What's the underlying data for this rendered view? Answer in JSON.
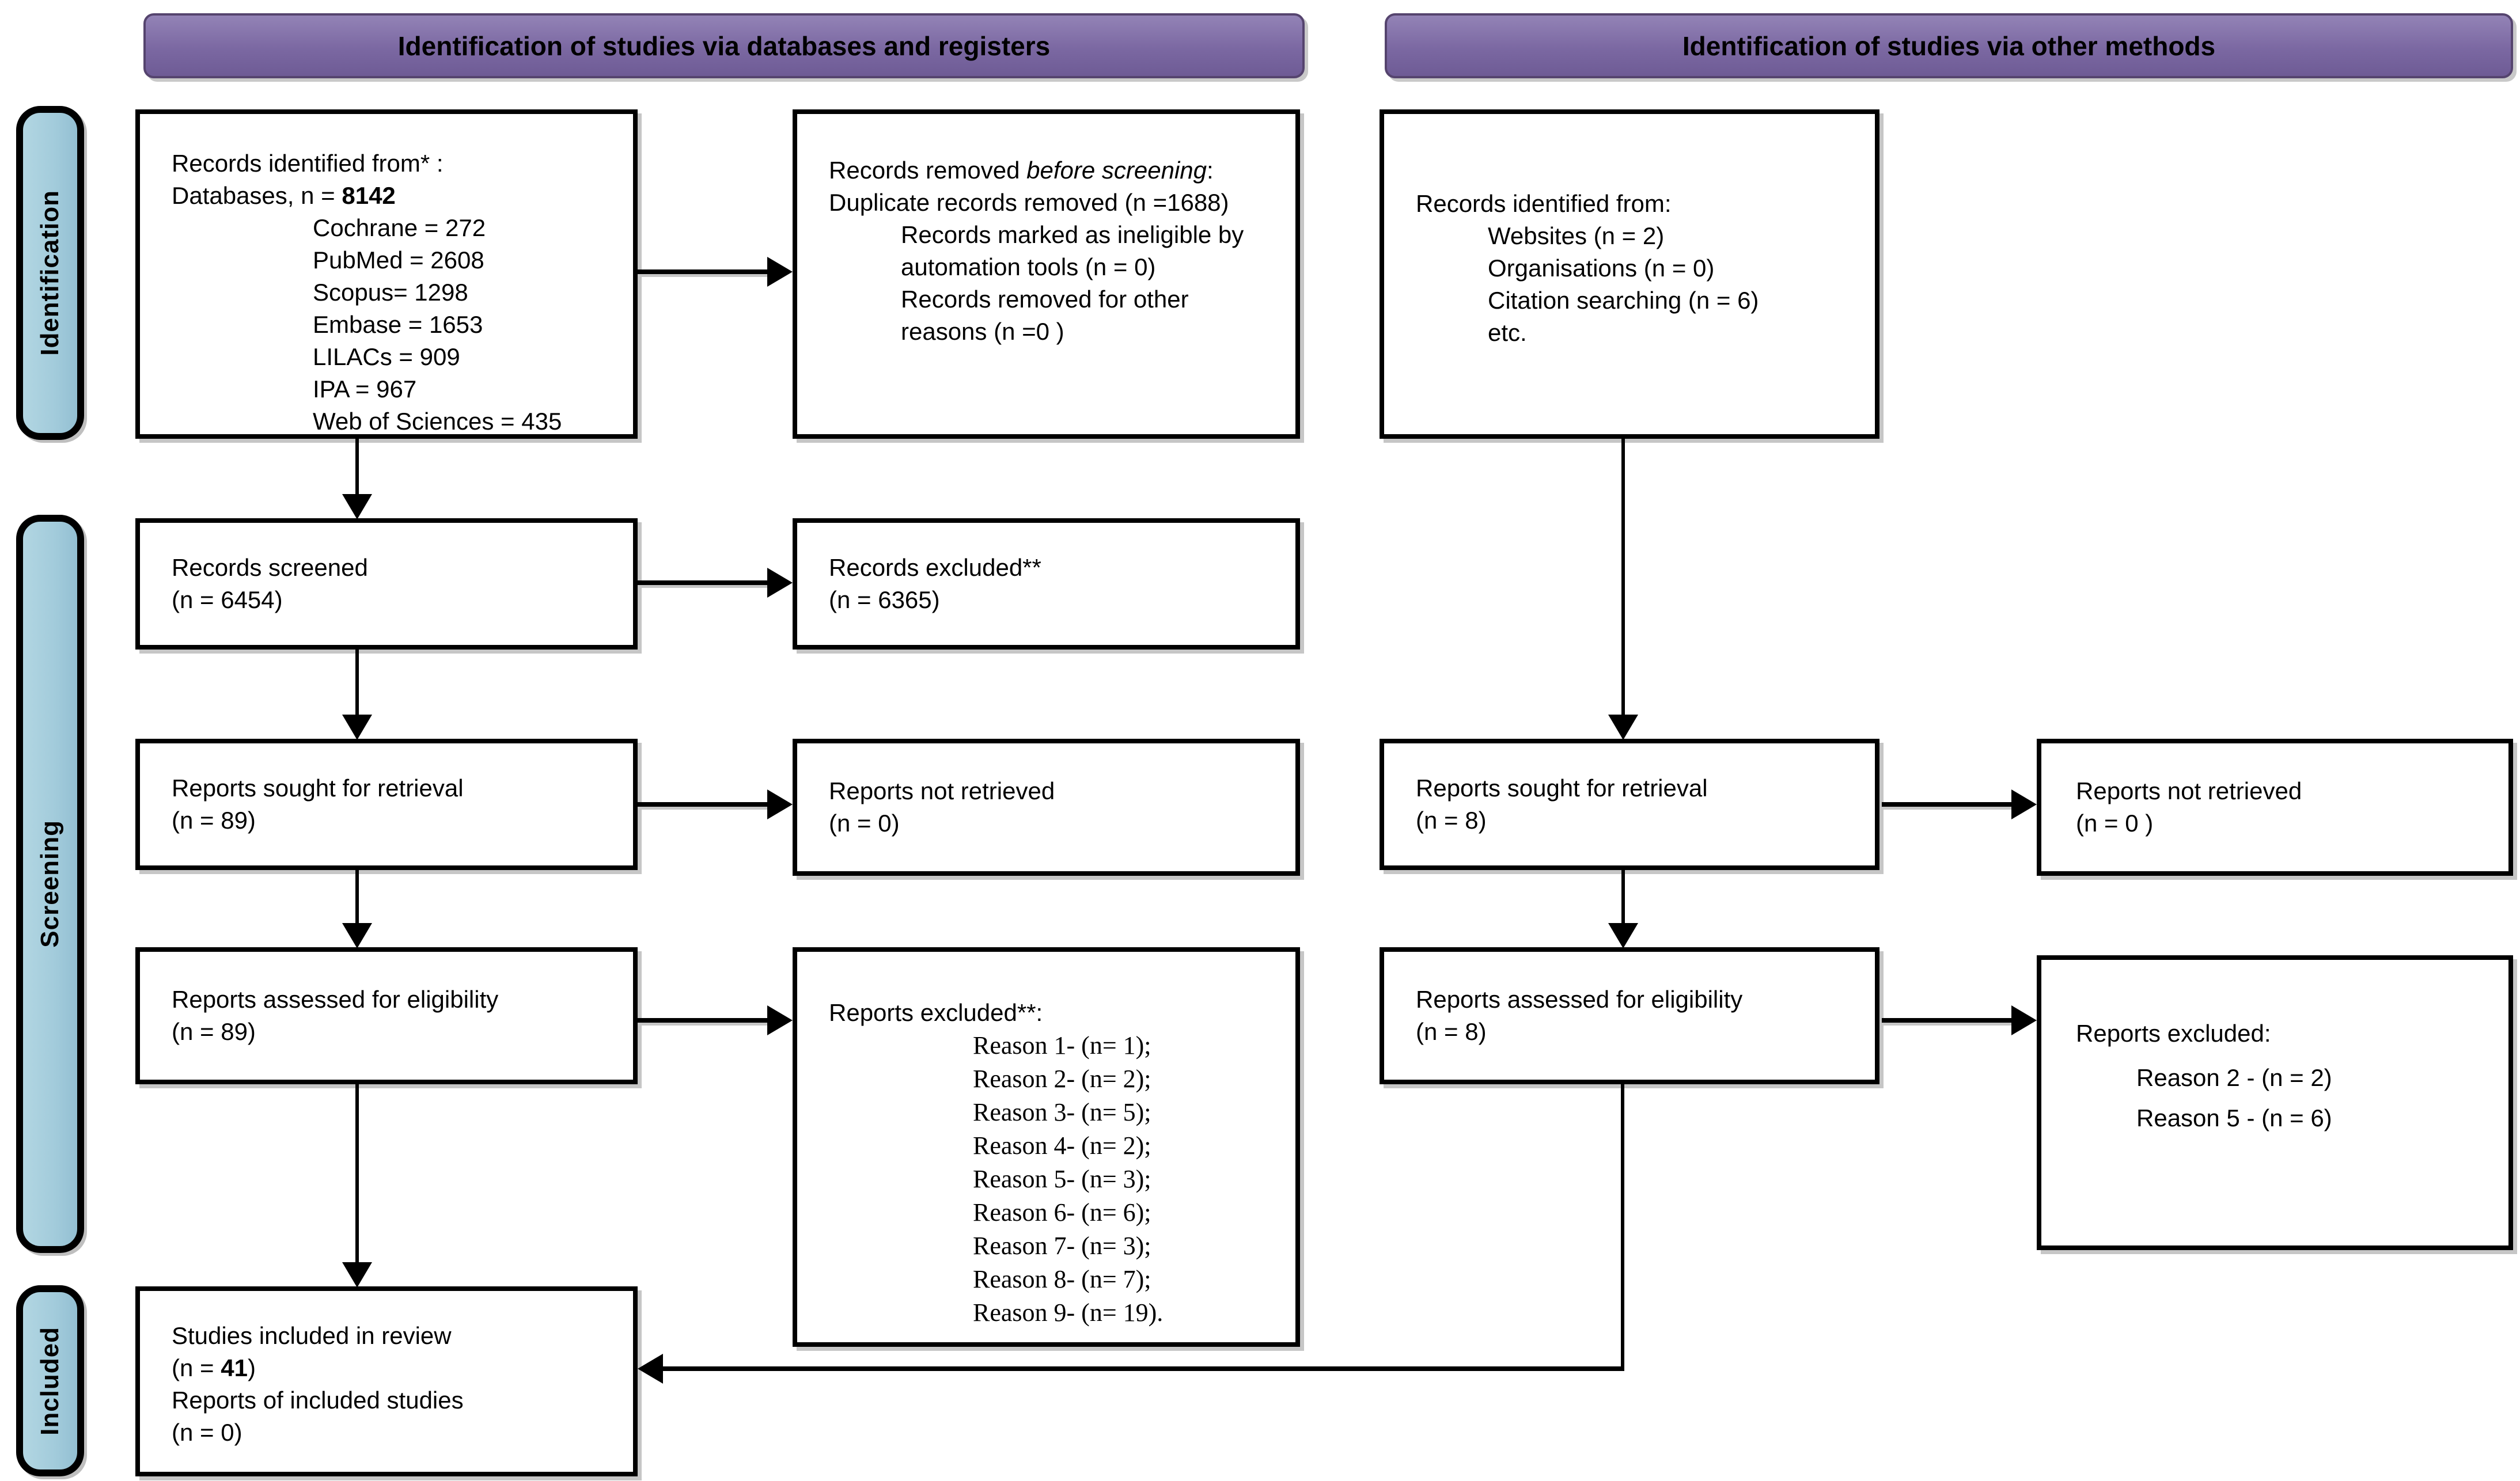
{
  "headers": {
    "databases": "Identification of studies via databases and registers",
    "other": "Identification of studies via other methods"
  },
  "stages": {
    "identification": "Identification",
    "screening": "Screening",
    "included": "Included"
  },
  "boxes": {
    "db_identified": {
      "line1": "Records identified from* :",
      "line2_prefix": "Databases, n = ",
      "line2_bold": "8142",
      "items": [
        "Cochrane = 272",
        "PubMed = 2608",
        "Scopus= 1298",
        "Embase = 1653",
        "LILACs = 909",
        "IPA = 967",
        "Web of Sciences = 435"
      ]
    },
    "removed_before_screening": {
      "line1_prefix": "Records removed ",
      "line1_italic": "before screening",
      "line1_suffix": ":",
      "line2": "Duplicate records removed  (n =1688)",
      "items": [
        "Records marked as ineligible by automation tools (n = 0)",
        "Records removed for other reasons (n =0 )"
      ]
    },
    "other_identified": {
      "line1": "Records identified from:",
      "items": [
        "Websites (n = 2)",
        "Organisations (n = 0)",
        "Citation searching (n = 6)",
        "etc."
      ]
    },
    "records_screened": {
      "line1": "Records screened",
      "line2": "(n = 6454)"
    },
    "records_excluded": {
      "line1": "Records excluded**",
      "line2": "(n = 6365)"
    },
    "sought_left": {
      "line1": "Reports sought for retrieval",
      "line2": "(n = 89)"
    },
    "not_retrieved_left": {
      "line1": "Reports not retrieved",
      "line2": "(n = 0)"
    },
    "sought_right": {
      "line1": "Reports sought for retrieval",
      "line2": "(n = 8)"
    },
    "not_retrieved_right": {
      "line1": "Reports not retrieved",
      "line2": "(n = 0 )"
    },
    "assessed_left": {
      "line1": "Reports assessed for eligibility",
      "line2": "(n = 89)"
    },
    "reports_excluded_left": {
      "title": "Reports excluded**:",
      "reasons": [
        "Reason 1- (n= 1);",
        "Reason 2- (n= 2);",
        "Reason 3- (n= 5);",
        "Reason 4- (n= 2);",
        "Reason 5- (n= 3);",
        "Reason 6- (n= 6);",
        "Reason 7- (n= 3);",
        "Reason 8- (n= 7);",
        "Reason 9- (n= 19)."
      ]
    },
    "assessed_right": {
      "line1": "Reports assessed for eligibility",
      "line2": "(n = 8)"
    },
    "reports_excluded_right": {
      "title": "Reports excluded:",
      "reasons": [
        "Reason 2 - (n = 2)",
        "Reason 5 - (n = 6)"
      ]
    },
    "included": {
      "line1": "Studies included in review",
      "line2_prefix": "(n = ",
      "line2_bold": "41",
      "line2_suffix": ")",
      "line3": "Reports of included studies",
      "line4": "(n = 0)"
    }
  },
  "colors": {
    "header_purple": "#7b68a2",
    "header_border": "#55446e",
    "stage_blue": "#a2cbdb",
    "box_border": "#000000",
    "shadow_gray": "#c6c6c6"
  }
}
